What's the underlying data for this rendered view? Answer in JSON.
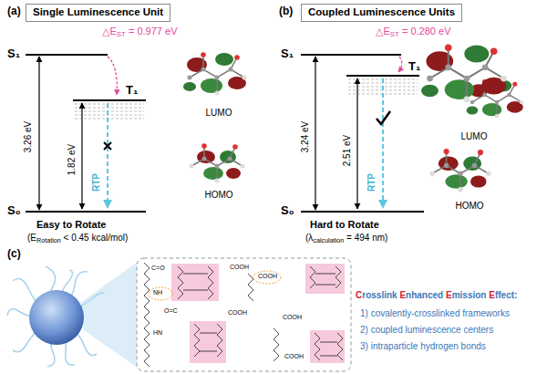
{
  "diagram": {
    "nodes": [
      {
        "text": [
          "Single Luminescence Unit"
        ]
      },
      {
        "text": [
          "Coupled Luminescence Units"
        ]
      }
    ],
    "labels": [
      "(a)",
      "S₁",
      "T₁",
      "S₀",
      "△EST = 0.977 eV",
      "3.26 eV",
      "1.82 eV",
      "RTP",
      "LUMO",
      "HOMO",
      "Easy to Rotate",
      "(ERotation < 0.45 kcal/mol)",
      "(b)",
      "S₁",
      "T₁",
      "S₀",
      "△EST = 0.280 eV",
      "3.24 eV",
      "2.51 eV",
      "RTP",
      "LUMO",
      "HOMO",
      "Hard to Rotate",
      "(λcalculation = 494 nm)",
      "(c)",
      "Crosslink Enhanced Emission Effect:",
      "1) covalently-crosslinked frameworks",
      "2) coupled luminescence centers",
      "3) intraparticle hydrogen bonds",
      "C=O",
      "NH",
      "O=C",
      "HN",
      "COOH",
      "COOH",
      "COOH",
      "COOH",
      "COOH"
    ]
  }
}
